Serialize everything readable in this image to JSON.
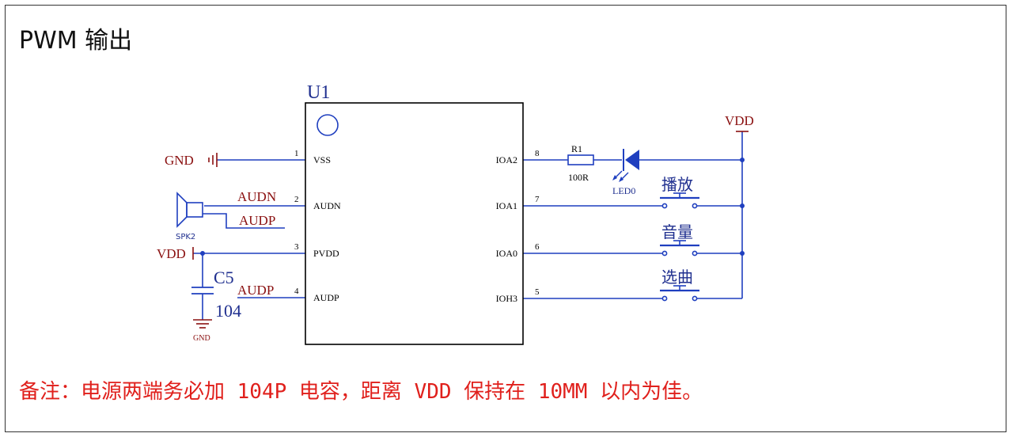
{
  "title": "PWM 输出",
  "note": "备注：电源两端务必加 104P 电容，距离 VDD 保持在 10MM 以内为佳。",
  "colors": {
    "wire": "#1f3fbf",
    "net": "#8a1010",
    "ink": "#000000",
    "note": "#e0201c",
    "led": "#1f3fbf"
  },
  "chip": {
    "designator": "U1",
    "left_pins": [
      {
        "number": "1",
        "name": "VSS"
      },
      {
        "number": "2",
        "name": "AUDN"
      },
      {
        "number": "3",
        "name": "PVDD"
      },
      {
        "number": "4",
        "name": "AUDP"
      }
    ],
    "right_pins": [
      {
        "number": "8",
        "name": "IOA2"
      },
      {
        "number": "7",
        "name": "IOA1"
      },
      {
        "number": "6",
        "name": "IOA0"
      },
      {
        "number": "5",
        "name": "IOH3"
      }
    ]
  },
  "nets": {
    "gnd_left": "GND",
    "audn": "AUDN",
    "audp_speaker": "AUDP",
    "vdd_left": "VDD",
    "audp_pin4": "AUDP",
    "vdd_right": "VDD",
    "gnd_cap": "GND"
  },
  "speaker": {
    "designator": "SPK2"
  },
  "capacitor": {
    "designator": "C5",
    "value": "104"
  },
  "resistor": {
    "designator": "R1",
    "value": "100R"
  },
  "led": {
    "designator": "LED0"
  },
  "buttons": [
    {
      "label": "播放"
    },
    {
      "label": "音量"
    },
    {
      "label": "选曲"
    }
  ],
  "icons": [
    "ground-icon",
    "speaker-icon",
    "capacitor-icon",
    "resistor-icon",
    "led-icon",
    "push-button-icon"
  ]
}
